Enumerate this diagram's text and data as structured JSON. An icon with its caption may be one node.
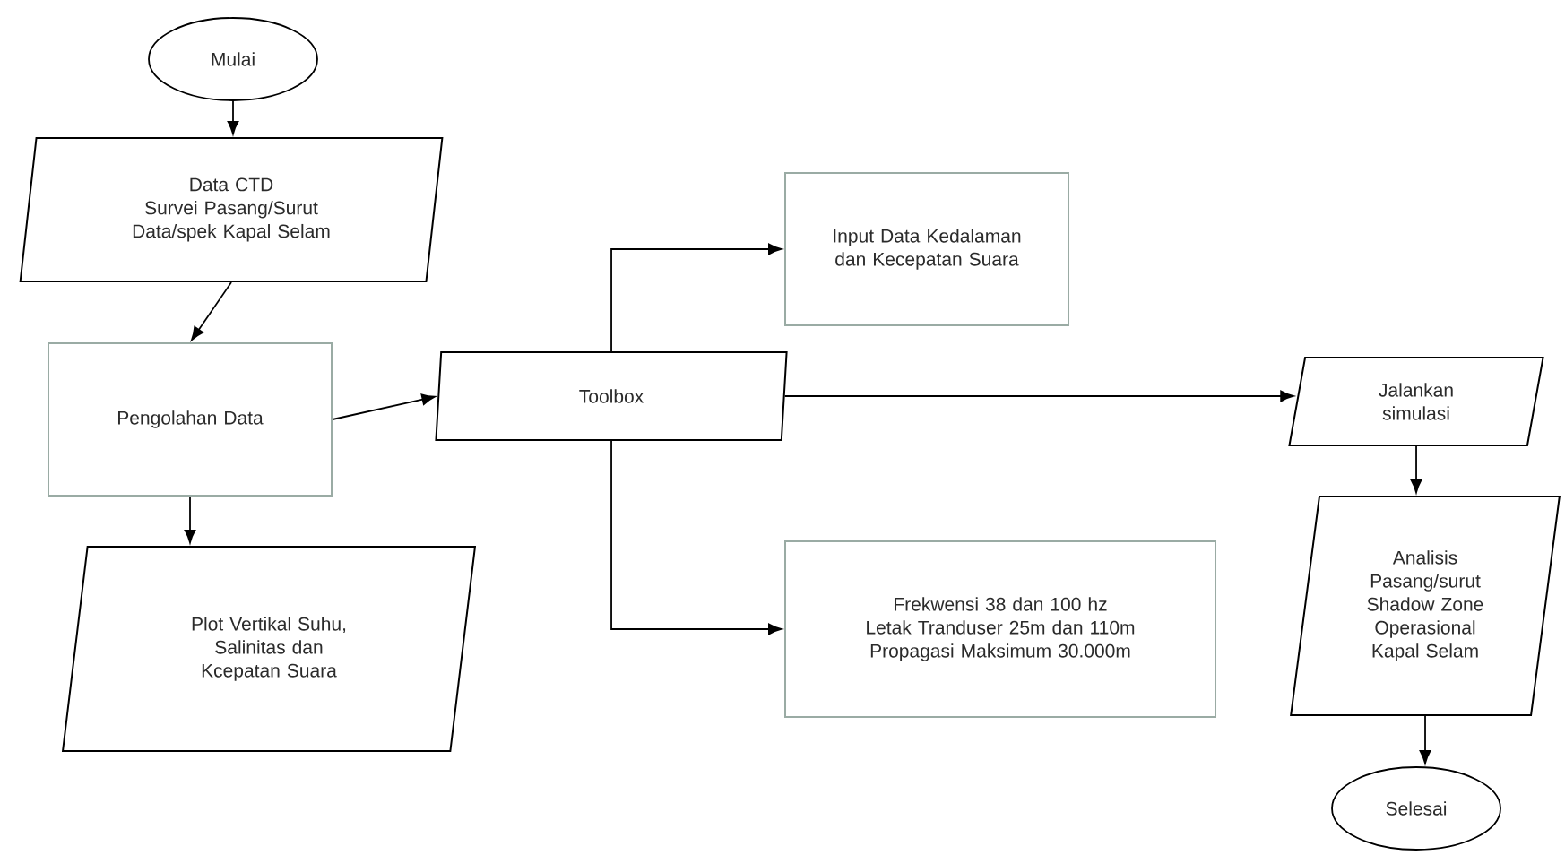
{
  "diagram": {
    "nodes": [
      {
        "text": [
          "Mulai"
        ]
      },
      {
        "text": [
          "Data CTD",
          "Survei Pasang/Surut",
          "Data/spek Kapal Selam"
        ]
      },
      {
        "text": [
          "Pengolahan Data"
        ]
      },
      {
        "text": [
          "Plot Vertikal Suhu, Salinitas dan Kcepatan Suara"
        ]
      },
      {
        "text": [
          "Toolbox"
        ]
      },
      {
        "text": [
          "Input Data Kedalaman dan Kecepatan Suara"
        ]
      },
      {
        "text": [
          "Frekwensi 38 dan 100 hz",
          "Letak Tranduser 25m dan 110m",
          "Propagasi Maksimum 30.000m"
        ]
      },
      {
        "text": [
          "Jalankan simulasi"
        ]
      },
      {
        "text": [
          "Analisis Pasang/surut Shadow Zone Operasional Kapal Selam"
        ]
      },
      {
        "text": [
          "Selesai"
        ]
      }
    ],
    "edges": [
      {
        "from": 0,
        "to": 1,
        "arrow": "to"
      },
      {
        "from": 1,
        "to": 2,
        "arrow": "to"
      },
      {
        "from": 2,
        "to": 3,
        "arrow": "to"
      },
      {
        "from": 2,
        "to": 4,
        "arrow": "to"
      },
      {
        "from": 4,
        "to": 5,
        "arrow": "to"
      },
      {
        "from": 4,
        "to": 6,
        "arrow": "to"
      },
      {
        "from": 4,
        "to": 7,
        "arrow": "to"
      },
      {
        "from": 7,
        "to": 8,
        "arrow": "to"
      },
      {
        "from": 8,
        "to": 9,
        "arrow": "to"
      }
    ]
  }
}
